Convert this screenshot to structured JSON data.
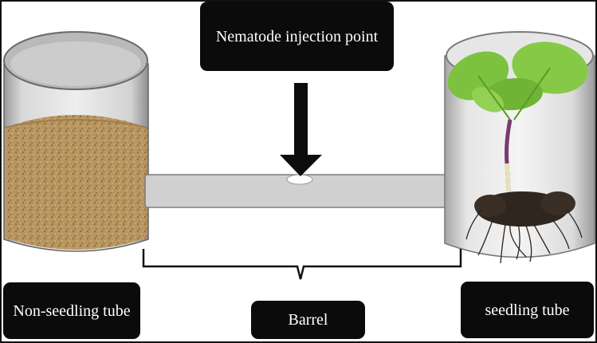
{
  "labels": {
    "injection_point": "Nematode injection point",
    "non_seedling_tube": "Non-seedling tube",
    "barrel": "Barrel",
    "seedling_tube": "seedling tube"
  },
  "colors": {
    "frame": "#111111",
    "barrel_fill": "#cfd0cf",
    "soil": "#b8955f",
    "leaf": "#7cc23e",
    "stem": "#7a3a6e",
    "roots": "#2a221c",
    "label_box": "#0b0b0b"
  }
}
